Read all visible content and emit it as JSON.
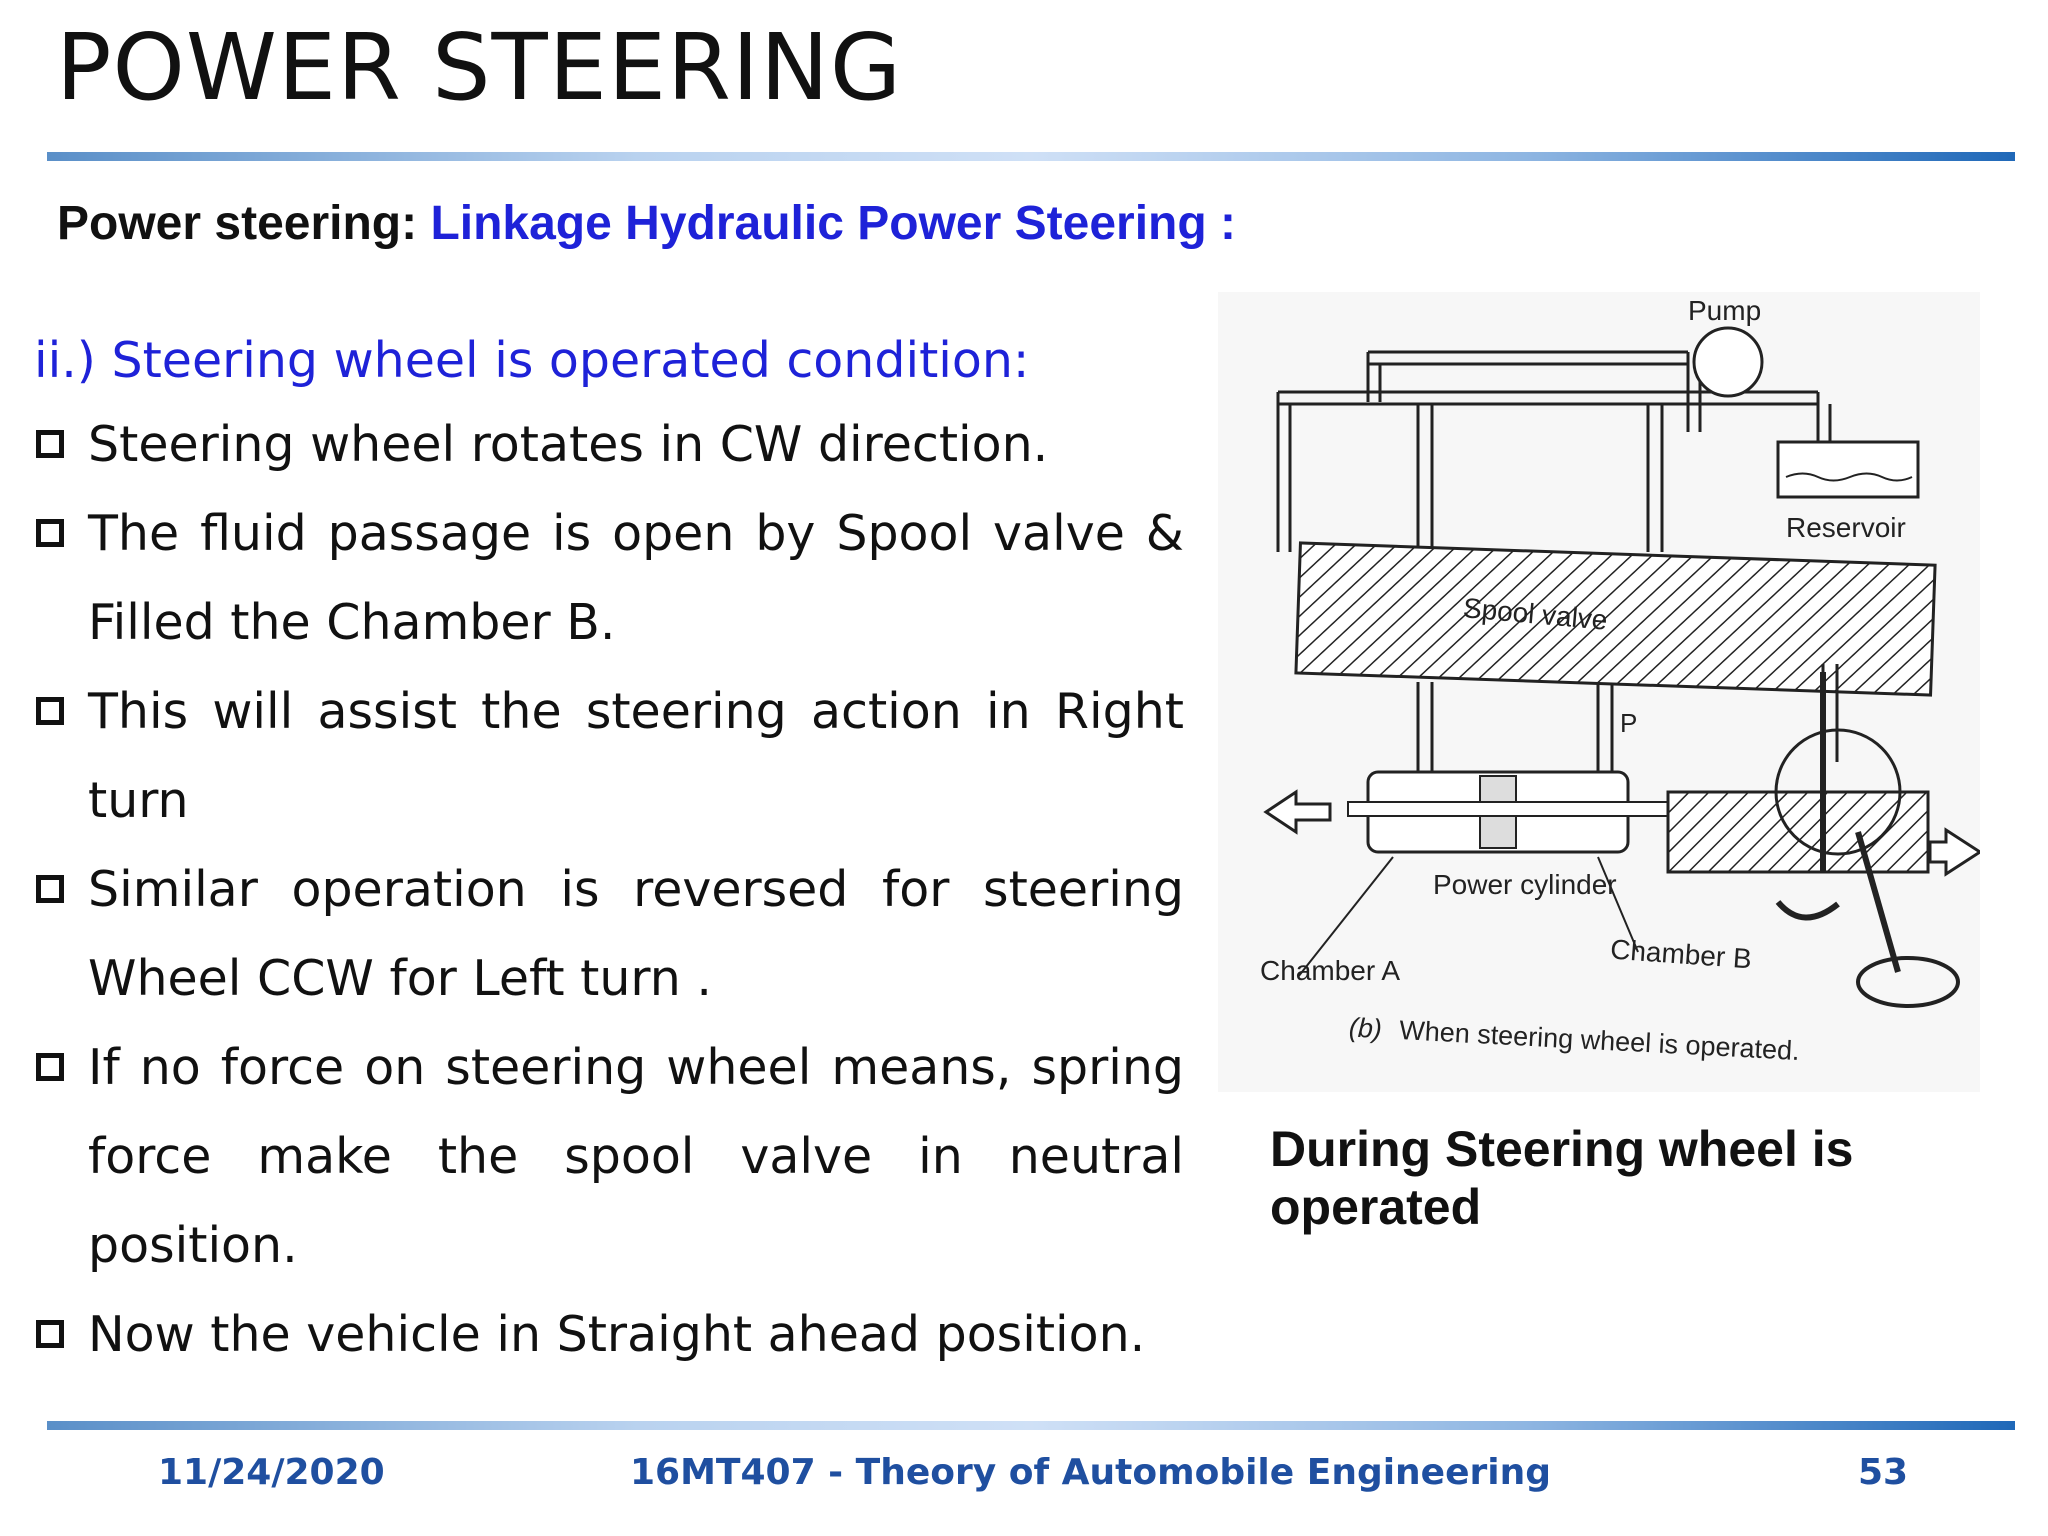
{
  "slide": {
    "title": "POWER STEERING",
    "subtitle_prefix": "Power steering:",
    "subtitle_highlight": "Linkage Hydraulic Power Steering :",
    "condition_heading": "ii.) Steering wheel is operated condition:",
    "bullets": [
      "Steering wheel rotates in CW direction.",
      "The fluid passage is open by Spool valve & Filled the Chamber B.",
      "This will assist the steering action in Right turn",
      "Similar operation is reversed for steering Wheel CCW for Left turn .",
      "If no force on steering wheel means, spring force make the spool valve in neutral position.",
      "Now the vehicle in Straight ahead position."
    ],
    "caption": "During Steering wheel is operated"
  },
  "figure": {
    "labels": {
      "pump": "Pump",
      "reservoir": "Reservoir",
      "spool_valve": "Spool valve",
      "p": "P",
      "power_cylinder": "Power cylinder",
      "chamber_a": "Chamber A",
      "chamber_b": "Chamber B",
      "caption_letter": "(b)",
      "caption_text": "When steering wheel is operated."
    }
  },
  "footer": {
    "date": "11/24/2020",
    "course": "16MT407 - Theory of Automobile Engineering",
    "page": "53"
  }
}
